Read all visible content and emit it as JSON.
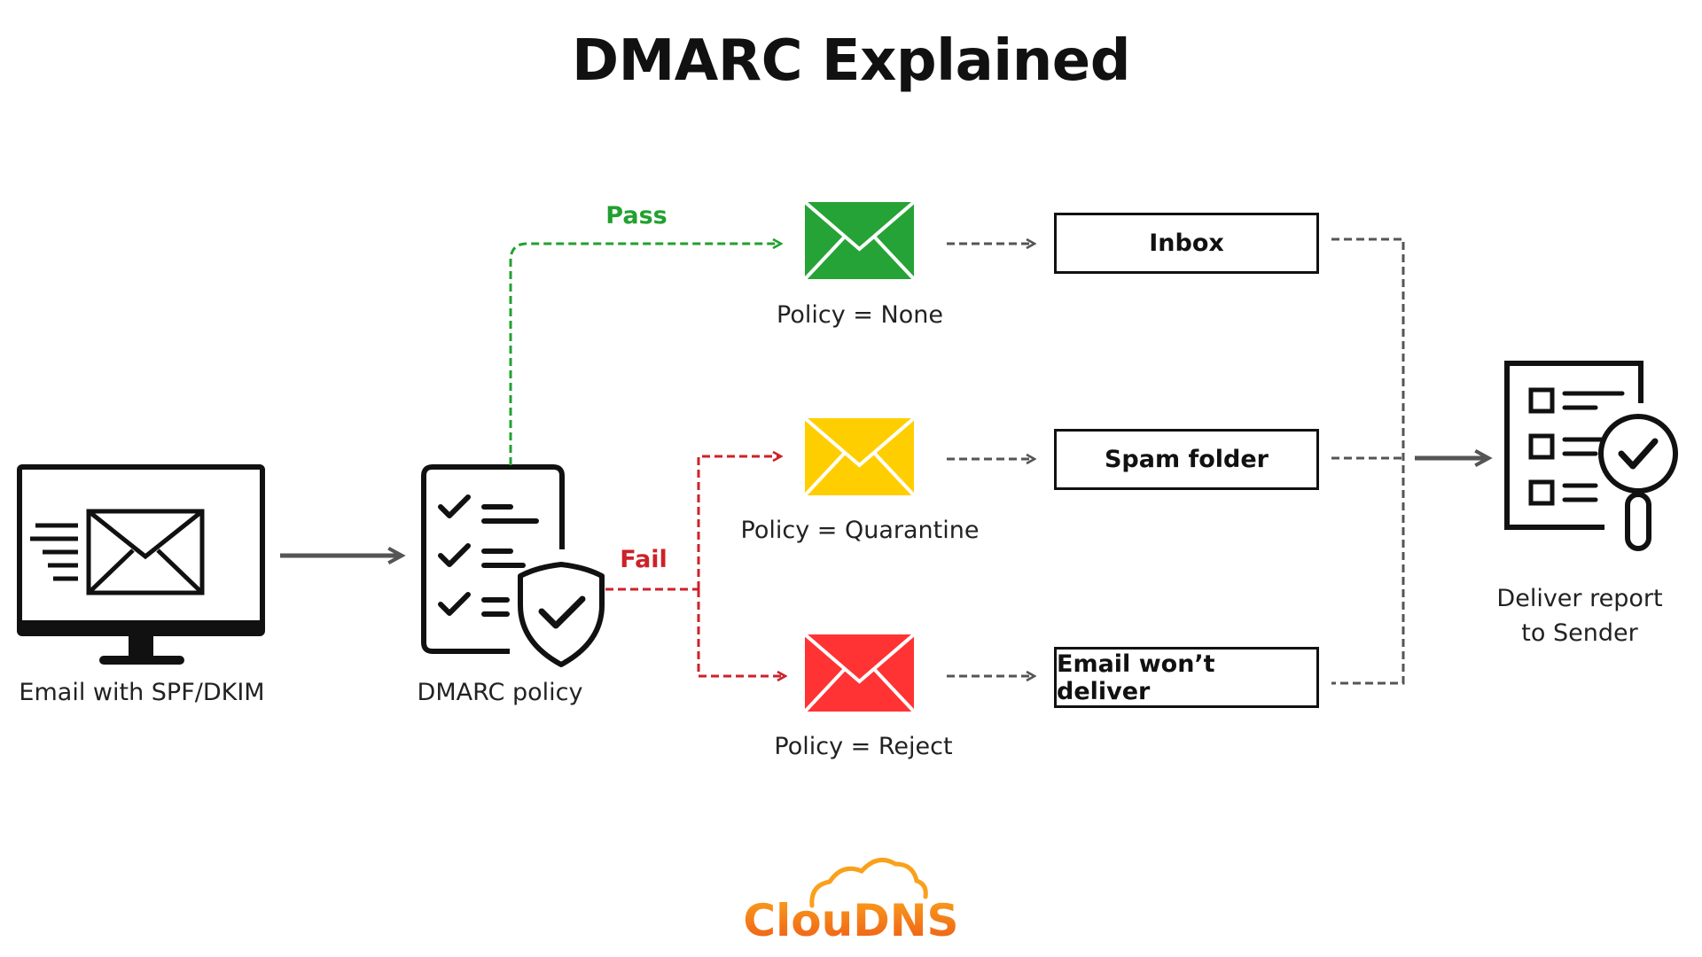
{
  "title": "DMARC Explained",
  "nodes": {
    "sender": {
      "caption": "Email with SPF/DKIM",
      "icon": "monitor-envelope-icon"
    },
    "policy": {
      "caption": "DMARC policy",
      "icon": "checklist-shield-icon"
    },
    "report": {
      "caption_line1": "Deliver report",
      "caption_line2": "to Sender",
      "icon": "report-magnifier-icon"
    }
  },
  "branches": {
    "pass": {
      "label": "Pass",
      "color": "#22a030"
    },
    "fail": {
      "label": "Fail",
      "color": "#cc2228"
    }
  },
  "outcomes": [
    {
      "policy_label": "Policy = None",
      "envelope_color": "#26a336",
      "result": "Inbox"
    },
    {
      "policy_label": "Policy = Quarantine",
      "envelope_color": "#ffce00",
      "result": "Spam folder"
    },
    {
      "policy_label": "Policy = Reject",
      "envelope_color": "#ff3333",
      "result": "Email won’t deliver"
    }
  ],
  "brand": {
    "name": "ClouDNS",
    "color_top": "#f9a11b",
    "color_bottom": "#ee5a18"
  }
}
